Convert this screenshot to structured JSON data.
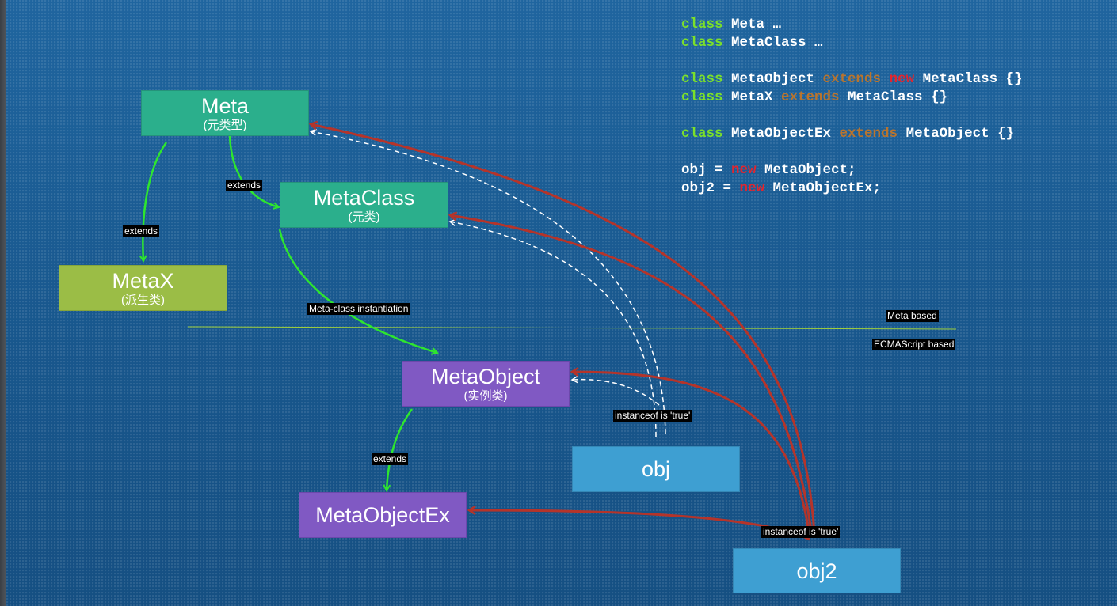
{
  "nodes": {
    "meta": {
      "title": "Meta",
      "subtitle": "(元类型)"
    },
    "metaclass": {
      "title": "MetaClass",
      "subtitle": "(元类)"
    },
    "metax": {
      "title": "MetaX",
      "subtitle": "(派生类)"
    },
    "metaobject": {
      "title": "MetaObject",
      "subtitle": "(实例类)"
    },
    "metaobjectex": {
      "title": "MetaObjectEx"
    },
    "obj": {
      "title": "obj"
    },
    "obj2": {
      "title": "obj2"
    }
  },
  "labels": {
    "extends_metax": "extends",
    "extends_metaclass": "extends",
    "extends_metaobjectex": "extends",
    "instantiation": "Meta-class instantiation",
    "instanceof_obj": "instanceof is 'true'",
    "instanceof_obj2": "instanceof is 'true'",
    "meta_based": "Meta based",
    "ecma_based": "ECMAScript based"
  },
  "code": {
    "line1": {
      "kw": "class",
      "name": " Meta",
      "rest": " …"
    },
    "line2": {
      "kw": "class",
      "name": " MetaClass",
      "rest": " …"
    },
    "line3": {
      "kw": "class",
      "name": " MetaObject ",
      "ext": "extends",
      "nw": " new",
      "rest": " MetaClass {}"
    },
    "line4": {
      "kw": "class",
      "name": " MetaX ",
      "ext": "extends",
      "rest": " MetaClass {}"
    },
    "line5": {
      "kw": "class",
      "name": " MetaObjectEx ",
      "ext": "extends",
      "rest": " MetaObject {}"
    },
    "line6": {
      "lhs": "obj = ",
      "nw": "new",
      "rest": " MetaObject;"
    },
    "line7": {
      "lhs": "obj2 = ",
      "nw": "new",
      "rest": " MetaObjectEx;"
    }
  },
  "colors": {
    "extends_arrow": "#2ee62e",
    "instanceof_arrow": "#b5342a",
    "dashed_arrow": "#ffffff",
    "divider": "#9fcf3c",
    "box_green": "#2baf8c",
    "box_olive": "#9bbd46",
    "box_purple": "#8059c3",
    "box_blue": "#3e9fd2"
  }
}
